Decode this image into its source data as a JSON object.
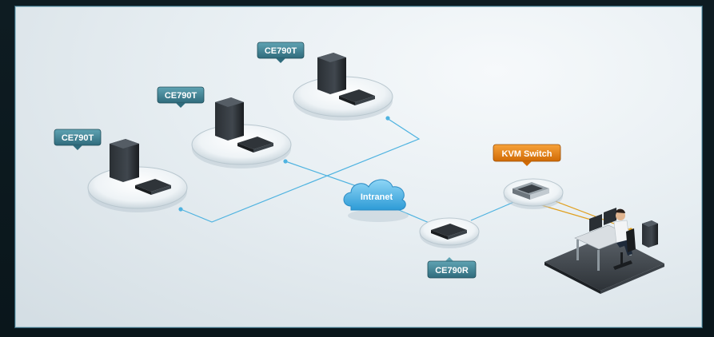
{
  "nodes": {
    "computer_1": {
      "label": "CE790T"
    },
    "computer_2": {
      "label": "CE790T"
    },
    "computer_3": {
      "label": "CE790T"
    },
    "receiver": {
      "label": "CE790R"
    },
    "kvm_switch": {
      "label": "KVM Switch"
    },
    "cloud": {
      "label": "Intranet"
    }
  },
  "colors": {
    "tag_blue": "#3f7f8f",
    "tag_orange": "#e07a10",
    "link_blue": "#4fb3e0",
    "link_orange": "#e0a020"
  }
}
